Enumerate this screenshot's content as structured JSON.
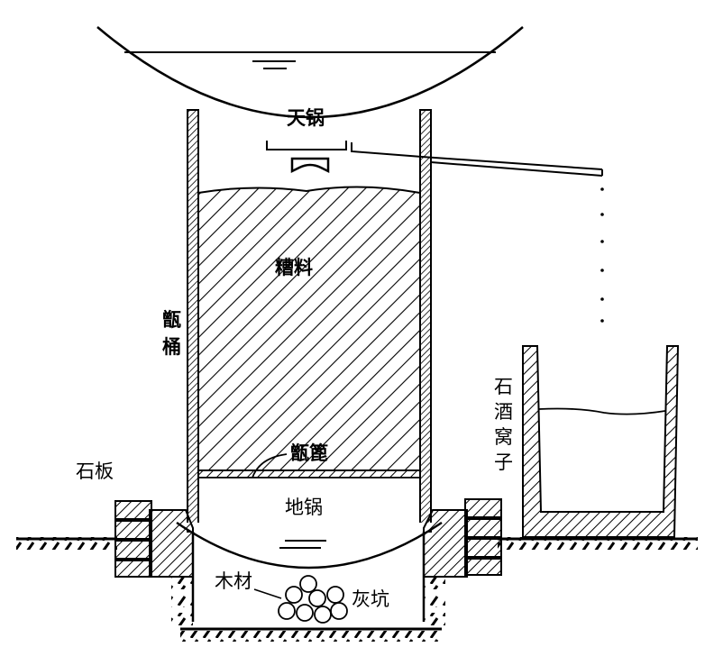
{
  "labels": {
    "top_pot": "天锅",
    "mash": "糟料",
    "still_barrel": "甑桶",
    "steamer_grate": "甑篦",
    "bottom_pot": "地锅",
    "stone_slab": "石板",
    "wood": "木材",
    "ash_pit": "灰坑",
    "liquor_pit": "石酒窝子"
  },
  "colors": {
    "ink": "#000000",
    "paper": "#ffffff"
  }
}
